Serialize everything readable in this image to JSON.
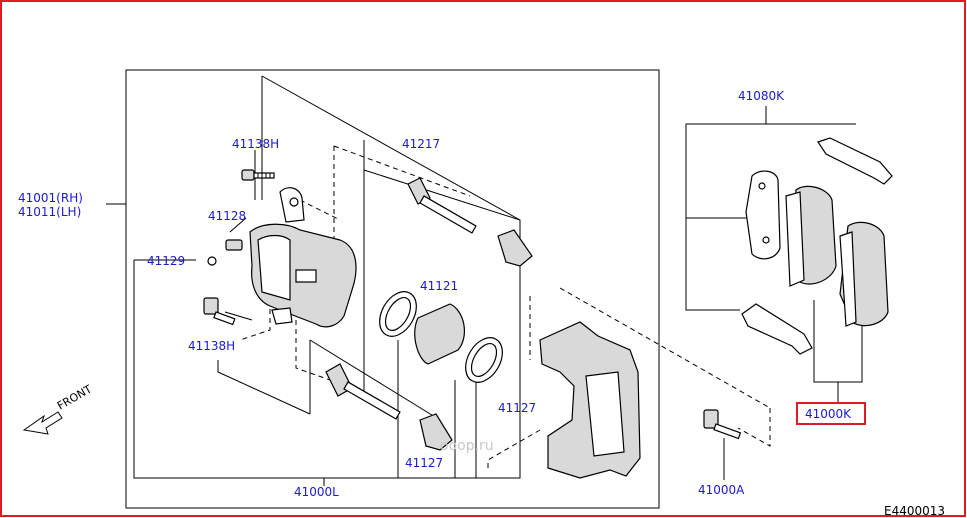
{
  "diagram_code": "E4400013",
  "watermark": "ооор.ru",
  "front_label": "FRONT",
  "highlight_color": "#e01b24",
  "label_color": "#1a1ad6",
  "labels": {
    "caliper_rh": "41001(RH)",
    "caliper_lh": "41011(LH)",
    "pad_kit": "41080K",
    "pad_assembly": "41000K",
    "bolt_upper": "41138H",
    "bolt_lower": "41138H",
    "bleeder": "41128",
    "bleeder_cap": "41129",
    "pin_upper": "41217",
    "piston_seal": "41121",
    "pin_boot_right": "41127",
    "pin_boot_lower": "41127",
    "caliper_assembly": "41000L",
    "mount_bolt": "41000A"
  }
}
